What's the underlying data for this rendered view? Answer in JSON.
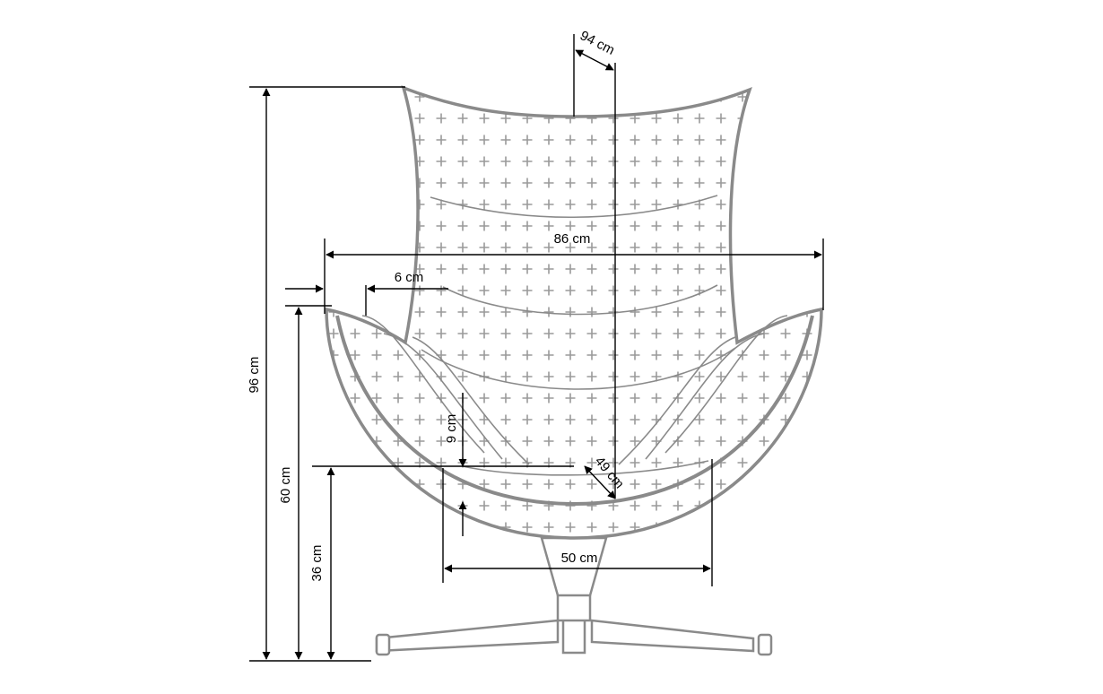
{
  "dimensions": {
    "total_height": "96 cm",
    "armrest_height": "60 cm",
    "seat_height": "36 cm",
    "width": "86 cm",
    "depth": "94 cm",
    "armrest_width": "6 cm",
    "cushion_thickness": "9 cm",
    "seat_depth": "49 cm",
    "seat_width": "50 cm"
  },
  "colors": {
    "outline": "#8a8a8a",
    "pattern": "#9a9a9a",
    "dimension_line": "#000000"
  }
}
